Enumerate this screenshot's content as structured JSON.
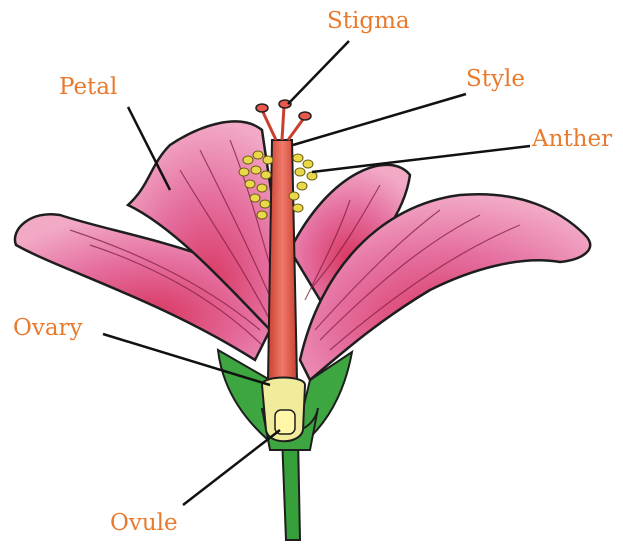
{
  "diagram": {
    "labels": {
      "stigma": "Stigma",
      "style": "Style",
      "anther": "Anther",
      "petal": "Petal",
      "ovary": "Ovary",
      "ovule": "Ovule"
    }
  },
  "colors": {
    "label_text": "#e87a2e",
    "leader_line": "#111111",
    "petal_fill": "#e56fa0",
    "petal_shade": "#cf3f6e",
    "petal_edge": "#1e1e1e",
    "style_fill": "#e8584e",
    "anther_fill": "#e9d94a",
    "ovary_fill": "#f1ec9c",
    "sepal_fill": "#3ea641",
    "stem_fill": "#36a03b"
  }
}
